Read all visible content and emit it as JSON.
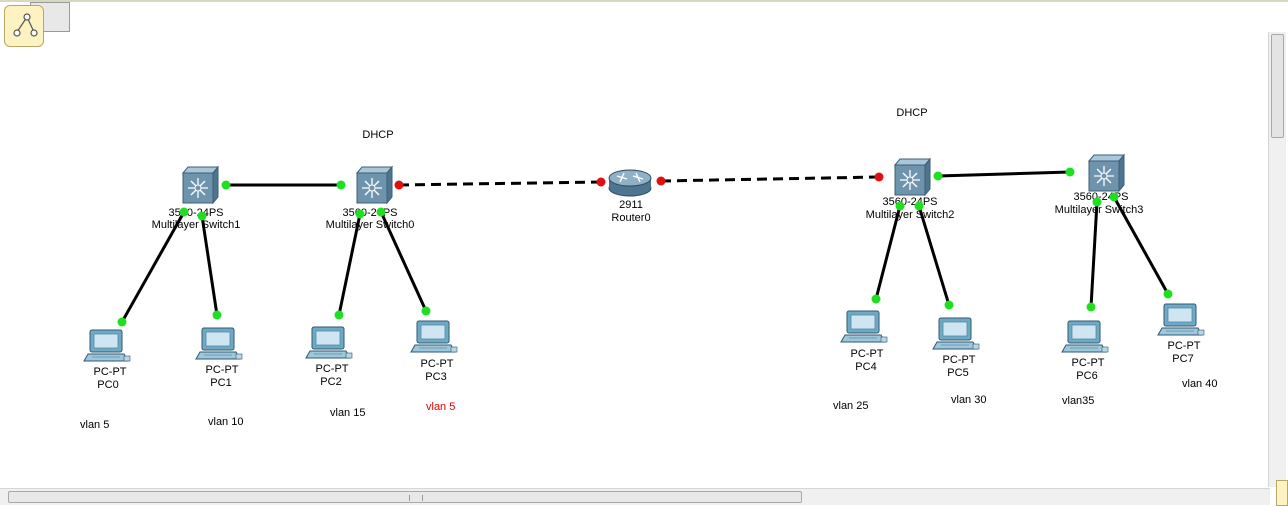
{
  "canvas": {
    "labels": {
      "dhcp_left": "DHCP",
      "dhcp_right": "DHCP"
    },
    "devices": {
      "msw1": {
        "model": "3560-24PS",
        "name": "Multilayer Switch1"
      },
      "msw0": {
        "model": "3560-24PS",
        "name": "Multilayer Switch0"
      },
      "router0": {
        "model": "2911",
        "name": "Router0"
      },
      "msw2": {
        "model": "3560-24PS",
        "name": "Multilayer Switch2"
      },
      "msw3": {
        "model": "3560-24PS",
        "name": "Multilayer Switch3"
      },
      "pc0": {
        "model": "PC-PT",
        "name": "PC0"
      },
      "pc1": {
        "model": "PC-PT",
        "name": "PC1"
      },
      "pc2": {
        "model": "PC-PT",
        "name": "PC2"
      },
      "pc3": {
        "model": "PC-PT",
        "name": "PC3"
      },
      "pc4": {
        "model": "PC-PT",
        "name": "PC4"
      },
      "pc5": {
        "model": "PC-PT",
        "name": "PC5"
      },
      "pc6": {
        "model": "PC-PT",
        "name": "PC6"
      },
      "pc7": {
        "model": "PC-PT",
        "name": "PC7"
      }
    },
    "notes": {
      "pc0": "vlan 5",
      "pc1": "vlan 10",
      "pc2": "vlan 15",
      "pc3": "vlan 5",
      "pc4": "vlan 25",
      "pc5": "vlan 30",
      "pc6": "vlan35",
      "pc7": "vlan 40"
    }
  },
  "colors": {
    "link_up": "#1ee01e",
    "link_down": "#e01010",
    "note_highlight": "#e00000",
    "switch_body": "#6d93ad",
    "pc_body": "#6fa9c4"
  },
  "toolbar": {
    "mode_icon": "logical-topology-icon"
  }
}
